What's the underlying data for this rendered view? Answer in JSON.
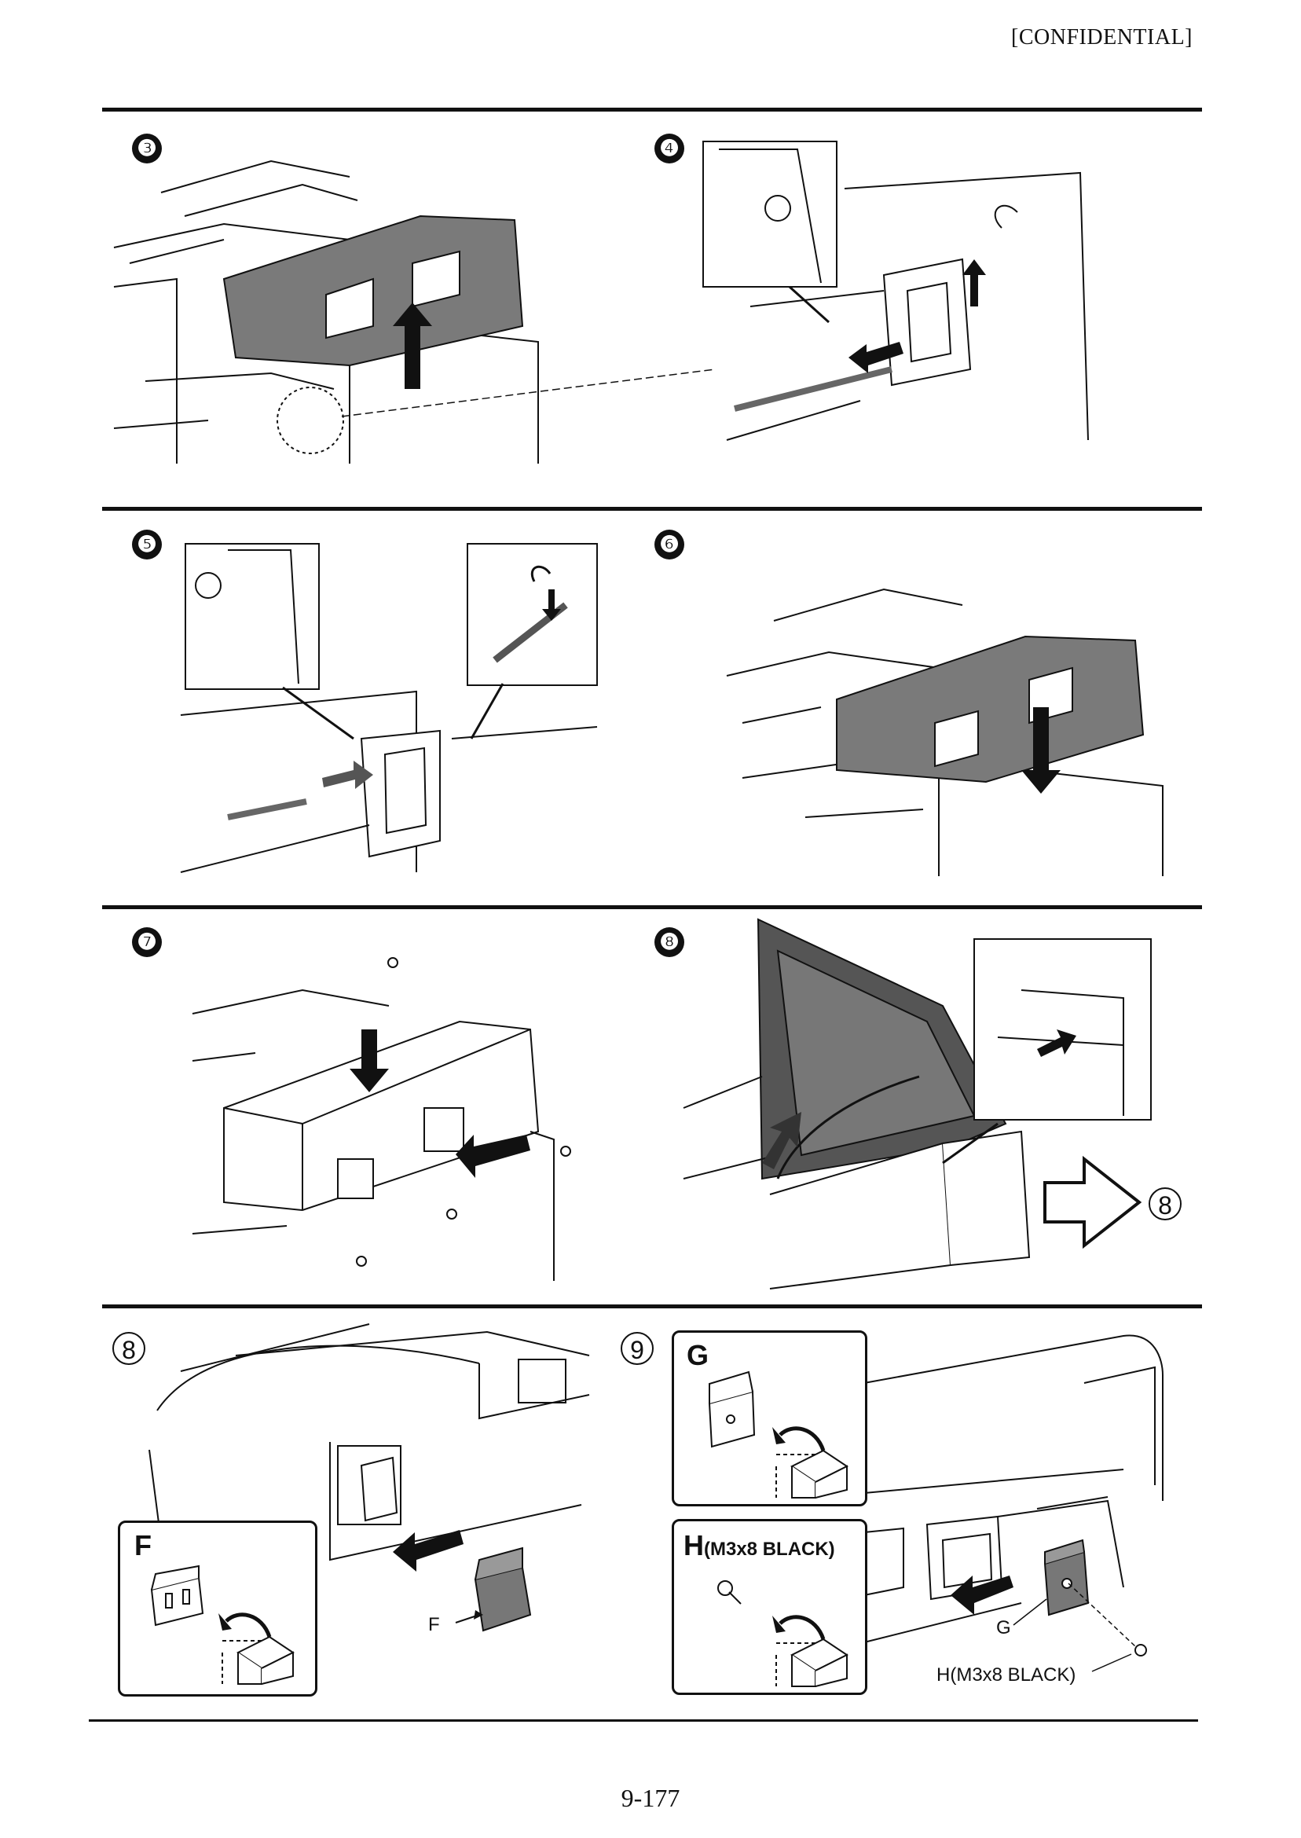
{
  "header": {
    "confidential": "[CONFIDENTIAL]"
  },
  "steps": {
    "s3": "❸",
    "s4": "❹",
    "s5": "❺",
    "s6": "❻",
    "s7": "❼",
    "s8": "❽",
    "ref8": "8",
    "s8b": "8",
    "s9": "9"
  },
  "parts": {
    "F_box_title": "F",
    "F_callout": "F",
    "G_box_title": "G",
    "G_callout": "G",
    "H_box_title": "H",
    "H_box_spec": "(M3x8 BLACK)",
    "H_callout": "H(M3x8 BLACK)"
  },
  "footer": {
    "page_number": "9-177"
  },
  "colors": {
    "cover_gray": "#7a7a7a",
    "line": "#111111"
  }
}
